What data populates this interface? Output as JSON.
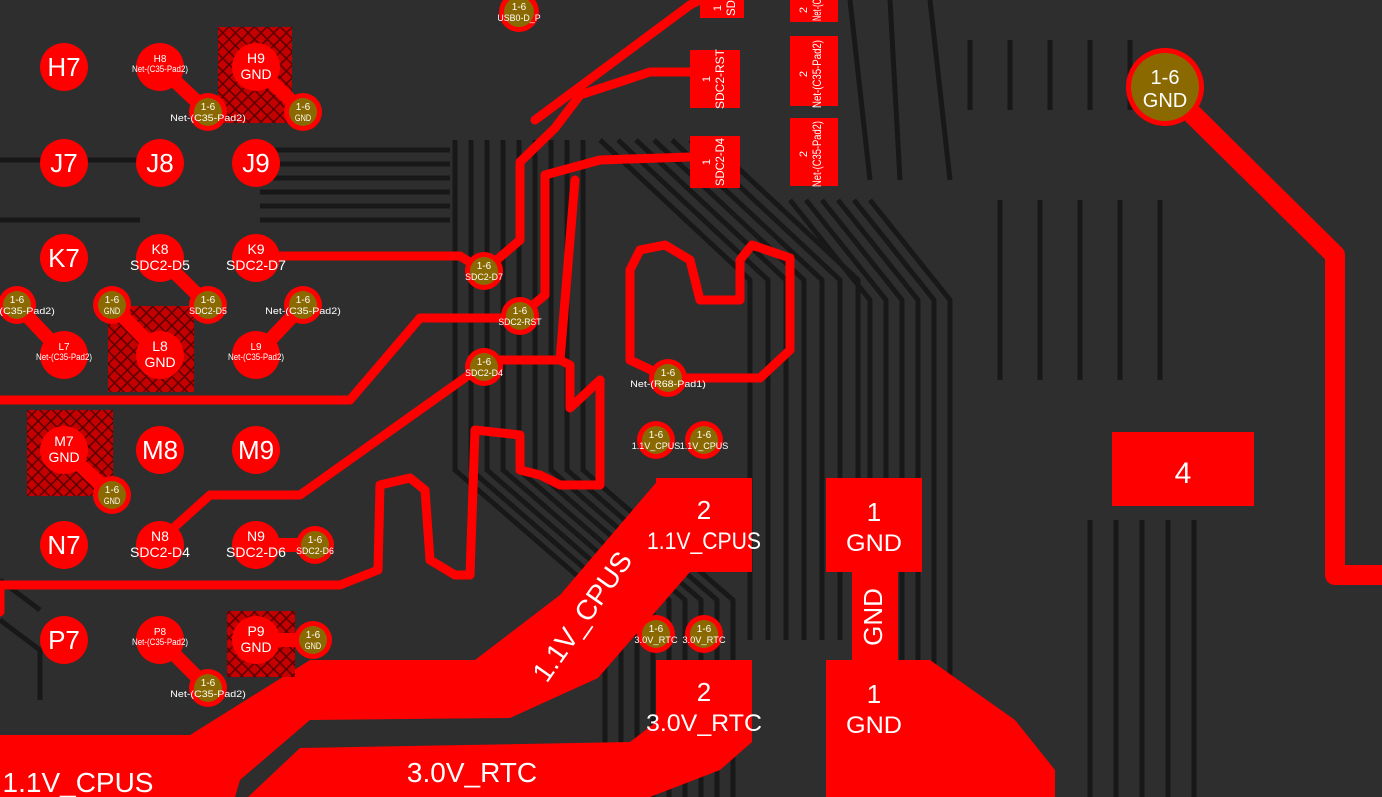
{
  "colors": {
    "board": "#2e2e2e",
    "keepout": "#181818",
    "copper": "#ff0000",
    "via": "#8a6a00",
    "via_text": "#ffffff",
    "pad_text": "#ffffff"
  },
  "bga_pads": [
    {
      "name": "H7",
      "net": ""
    },
    {
      "name": "H8",
      "net": "Net-(C35-Pad2)"
    },
    {
      "name": "H9",
      "net": "GND"
    },
    {
      "name": "J7",
      "net": ""
    },
    {
      "name": "J8",
      "net": ""
    },
    {
      "name": "J9",
      "net": ""
    },
    {
      "name": "K7",
      "net": ""
    },
    {
      "name": "K8",
      "net": "SDC2-D5"
    },
    {
      "name": "K9",
      "net": "SDC2-D7"
    },
    {
      "name": "L7",
      "net": "Net-(C35-Pad2)"
    },
    {
      "name": "L8",
      "net": "GND"
    },
    {
      "name": "L9",
      "net": "Net-(C35-Pad2)"
    },
    {
      "name": "M7",
      "net": "GND"
    },
    {
      "name": "M8",
      "net": ""
    },
    {
      "name": "M9",
      "net": ""
    },
    {
      "name": "N7",
      "net": ""
    },
    {
      "name": "N8",
      "net": "SDC2-D4"
    },
    {
      "name": "N9",
      "net": "SDC2-D6"
    },
    {
      "name": "P7",
      "net": ""
    },
    {
      "name": "P8",
      "net": "Net-(C35-Pad2)"
    },
    {
      "name": "P9",
      "net": "GND"
    }
  ],
  "vias": [
    {
      "layers": "1-6",
      "net": "USB0-D_P"
    },
    {
      "layers": "1-6",
      "net": "Net-(C35-Pad2)"
    },
    {
      "layers": "1-6",
      "net": "GND"
    },
    {
      "layers": "1-6",
      "net": "Net-(C35-Pad2)"
    },
    {
      "layers": "1-6",
      "net": "GND"
    },
    {
      "layers": "1-6",
      "net": "SDC2-D5"
    },
    {
      "layers": "1-6",
      "net": "Net-(C35-Pad2)"
    },
    {
      "layers": "1-6",
      "net": "GND"
    },
    {
      "layers": "1-6",
      "net": "SDC2-D6"
    },
    {
      "layers": "1-6",
      "net": "GND"
    },
    {
      "layers": "1-6",
      "net": "Net-(C35-Pad2)"
    },
    {
      "layers": "1-6",
      "net": "SDC2-D7"
    },
    {
      "layers": "1-6",
      "net": "SDC2-RST"
    },
    {
      "layers": "1-6",
      "net": "SDC2-D4"
    },
    {
      "layers": "1-6",
      "net": "Net-(R68-Pad1)"
    },
    {
      "layers": "1-6",
      "net": "1.1V_CPUS"
    },
    {
      "layers": "1-6",
      "net": "1.1V_CPUS"
    },
    {
      "layers": "1-6",
      "net": "3.0V_RTC"
    },
    {
      "layers": "1-6",
      "net": "3.0V_RTC"
    },
    {
      "layers": "1-6",
      "net": "GND"
    }
  ],
  "smd_pads": [
    {
      "num": "1",
      "net": "SDC2-RST"
    },
    {
      "num": "1",
      "net": "SDC2-D4"
    },
    {
      "num": "1",
      "net": "SD"
    },
    {
      "num": "2",
      "net": "Net-(C35-Pad2)"
    },
    {
      "num": "2",
      "net": "Net-(C35-Pad2)"
    },
    {
      "num": "2",
      "net": "Net-(C"
    },
    {
      "num": "2",
      "net": "1.1V_CPUS"
    },
    {
      "num": "2",
      "net": "3.0V_RTC"
    },
    {
      "num": "1",
      "net": "GND"
    },
    {
      "num": "1",
      "net": "GND"
    },
    {
      "num": "4",
      "net": ""
    }
  ],
  "trace_labels": [
    "1.1V_CPUS",
    "1.1V_CPUS",
    "3.0V_RTC",
    "GND"
  ]
}
